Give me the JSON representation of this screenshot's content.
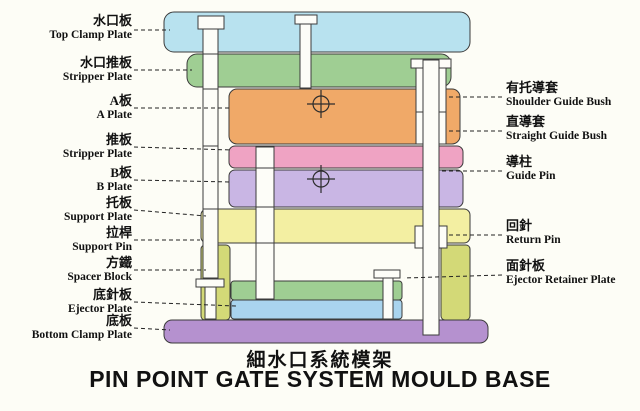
{
  "title": {
    "chinese": "細水口系統模架",
    "english": "PIN POINT GATE SYSTEM MOULD BASE"
  },
  "left_labels": [
    {
      "cn": "水口板",
      "en": "Top Clamp Plate"
    },
    {
      "cn": "水口推板",
      "en": "Stripper Plate"
    },
    {
      "cn": "A板",
      "en": "A Plate"
    },
    {
      "cn": "推板",
      "en": "Stripper Plate"
    },
    {
      "cn": "B板",
      "en": "B Plate"
    },
    {
      "cn": "托板",
      "en": "Support Plate"
    },
    {
      "cn": "拉桿",
      "en": "Support Pin"
    },
    {
      "cn": "方鐵",
      "en": "Spacer Block"
    },
    {
      "cn": "底針板",
      "en": "Ejector Plate"
    },
    {
      "cn": "底板",
      "en": "Bottom Clamp Plate"
    }
  ],
  "right_labels": [
    {
      "cn": "有托導套",
      "en": "Shoulder Guide Bush"
    },
    {
      "cn": "直導套",
      "en": "Straight Guide Bush"
    },
    {
      "cn": "導柱",
      "en": "Guide Pin"
    },
    {
      "cn": "回針",
      "en": "Return Pin"
    },
    {
      "cn": "面針板",
      "en": "Ejector Retainer Plate"
    }
  ],
  "colors": {
    "top_clamp_plate": "#b8e2ef",
    "stripper_plate_top": "#9fce93",
    "a_plate": "#f0a968",
    "stripper_plate_mid": "#efa3c3",
    "b_plate": "#c9b6e4",
    "support_plate": "#f3efa2",
    "spacer_block": "#d3d977",
    "ejector_retainer_plate": "#9fce93",
    "ejector_plate": "#a9d4ee",
    "bottom_clamp_plate": "#b591cf",
    "pin_fill": "#fdfdf8",
    "outline": "#3b3b3b"
  }
}
